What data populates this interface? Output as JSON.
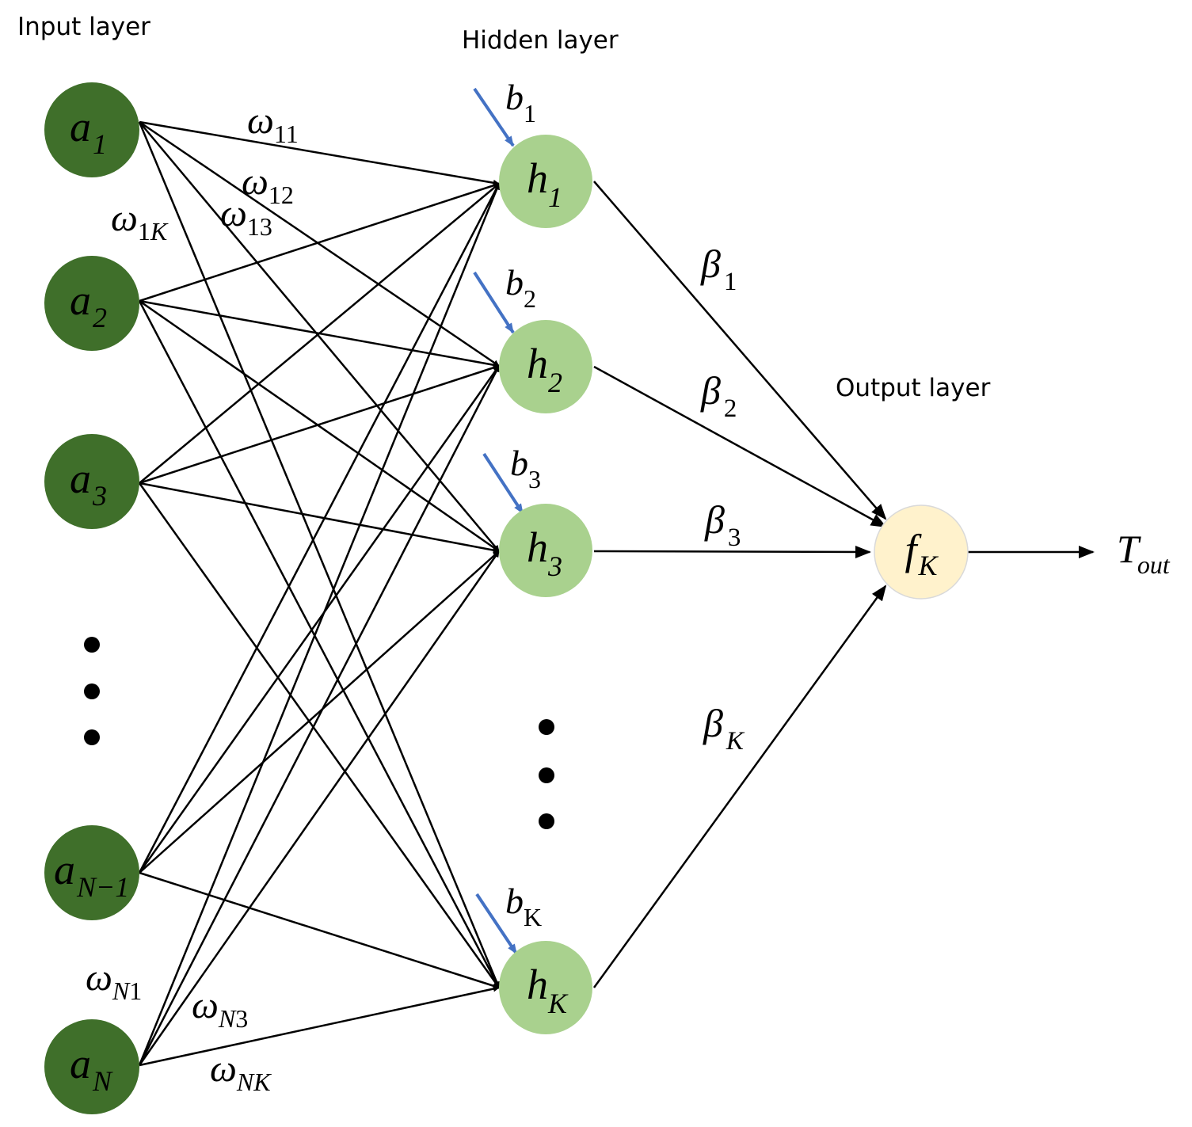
{
  "labels": {
    "input_layer": "Input layer",
    "hidden_layer": "Hidden layer",
    "output_layer": "Output layer"
  },
  "colors": {
    "input_node": "#3f6f2a",
    "hidden_node": "#a9d18e",
    "output_node": "#fff2cc",
    "output_node_stroke": "#d9d9d9",
    "bias_arrow": "#4472c4",
    "edge": "#000000"
  },
  "input_nodes": [
    {
      "id": "a1",
      "base": "a",
      "sub": "1"
    },
    {
      "id": "a2",
      "base": "a",
      "sub": "2"
    },
    {
      "id": "a3",
      "base": "a",
      "sub": "3"
    },
    {
      "id": "aN1",
      "base": "a",
      "sub": "N−1"
    },
    {
      "id": "aN",
      "base": "a",
      "sub": "N"
    }
  ],
  "hidden_nodes": [
    {
      "id": "h1",
      "base": "h",
      "sub": "1",
      "bias_base": "b",
      "bias_sub": "1",
      "beta_base": "β",
      "beta_sub": "1"
    },
    {
      "id": "h2",
      "base": "h",
      "sub": "2",
      "bias_base": "b",
      "bias_sub": "2",
      "beta_base": "β",
      "beta_sub": "2"
    },
    {
      "id": "h3",
      "base": "h",
      "sub": "3",
      "bias_base": "b",
      "bias_sub": "3",
      "beta_base": "β",
      "beta_sub": "3"
    },
    {
      "id": "hK",
      "base": "h",
      "sub": "K",
      "bias_base": "b",
      "bias_sub": "K",
      "beta_base": "β",
      "beta_sub": "K"
    }
  ],
  "output_node": {
    "base": "f",
    "sub": "K"
  },
  "output_target": {
    "base": "T",
    "sub": "out"
  },
  "weights": [
    {
      "id": "w11",
      "base": "ω",
      "sub": "11"
    },
    {
      "id": "w12",
      "base": "ω",
      "sub": "12"
    },
    {
      "id": "w13",
      "base": "ω",
      "sub": "13"
    },
    {
      "id": "w1K",
      "base": "ω",
      "sub": "1K"
    },
    {
      "id": "wN1",
      "base": "ω",
      "sub": "N1"
    },
    {
      "id": "wN3",
      "base": "ω",
      "sub": "N3"
    },
    {
      "id": "wNK",
      "base": "ω",
      "sub": "NK"
    }
  ]
}
